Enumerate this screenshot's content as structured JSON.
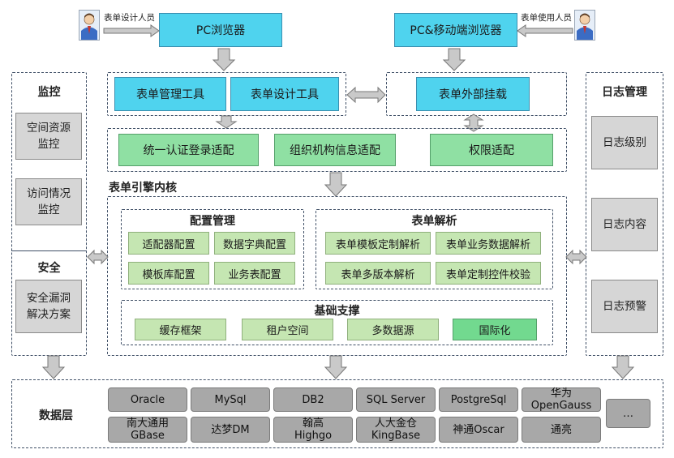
{
  "top": {
    "designer_label": "表单设计人员",
    "pc_browser": "PC浏览器",
    "mobile_browser": "PC&移动端浏览器",
    "user_label": "表单使用人员"
  },
  "tools": {
    "manage": "表单管理工具",
    "design": "表单设计工具",
    "mount": "表单外部挂载"
  },
  "adapters": {
    "sso": "统一认证登录适配",
    "org": "组织机构信息适配",
    "perm": "权限适配"
  },
  "engine": {
    "title": "表单引擎内核",
    "config": {
      "title": "配置管理",
      "items": [
        "适配器配置",
        "数据字典配置",
        "模板库配置",
        "业务表配置"
      ]
    },
    "parse": {
      "title": "表单解析",
      "items": [
        "表单模板定制解析",
        "表单业务数据解析",
        "表单多版本解析",
        "表单定制控件校验"
      ]
    },
    "base": {
      "title": "基础支撑",
      "items": [
        "缓存框架",
        "租户空间",
        "多数据源",
        "国际化"
      ]
    }
  },
  "left": {
    "monitor_title": "监控",
    "monitor_items": [
      "空间资源监控",
      "访问情况监控"
    ],
    "security_title": "安全",
    "security_items": [
      "安全漏洞解决方案"
    ]
  },
  "right": {
    "title": "日志管理",
    "items": [
      "日志级别",
      "日志内容",
      "日志预警"
    ]
  },
  "data_layer": {
    "title": "数据层",
    "row1": [
      "Oracle",
      "MySql",
      "DB2",
      "SQL Server",
      "PostgreSql",
      "华为\nOpenGauss"
    ],
    "row2": [
      "南大通用\nGBase",
      "达梦DM",
      "翰高\nHighgo",
      "人大金仓\nKingBase",
      "神通Oscar",
      "通亮"
    ],
    "more": "…"
  },
  "colors": {
    "cyan": "#4fd3ee",
    "green": "#8fe0a3",
    "light_green": "#c5e6b2",
    "gray": "#d6d6d6",
    "db_gray": "#a8a8a8",
    "border": "#3f4f66"
  }
}
